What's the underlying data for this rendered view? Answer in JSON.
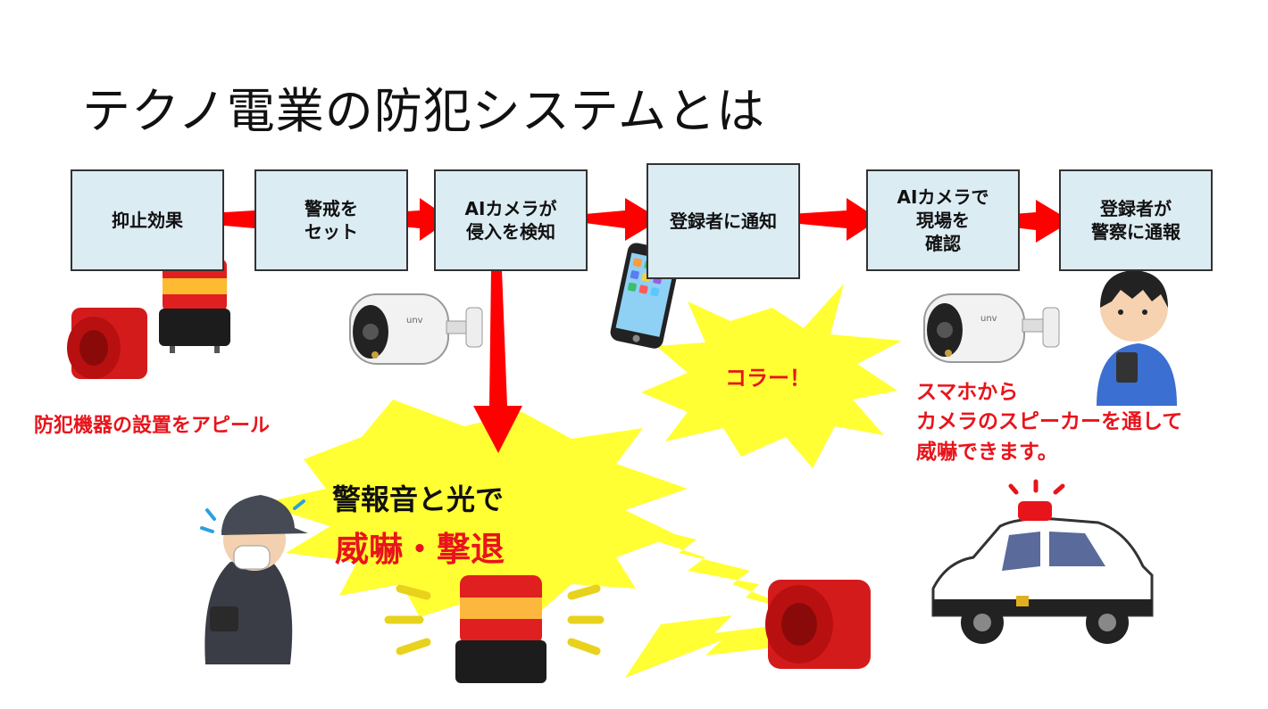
{
  "title": "テクノ電業の防犯システムとは",
  "flow": [
    "抑止効果",
    "警戒を\nセット",
    "AIカメラが\n侵入を検知",
    "登録者に通知",
    "AIカメラで\n現場を\n確認",
    "登録者が\n警察に通報"
  ],
  "labels": {
    "appeal": "防犯機器の設置をアピール",
    "shout": "コラー！",
    "speaker_note": "スマホから\nカメラのスピーカーを通して\n威嚇できます。",
    "alarm_line1": "警報音と光で",
    "alarm_line2": "威嚇・撃退"
  },
  "camera_brand": "unv",
  "colors": {
    "arrow": "#ff0000",
    "box_fill": "#dcecf3",
    "burst": "#ffff33",
    "red_text": "#e8141b"
  }
}
